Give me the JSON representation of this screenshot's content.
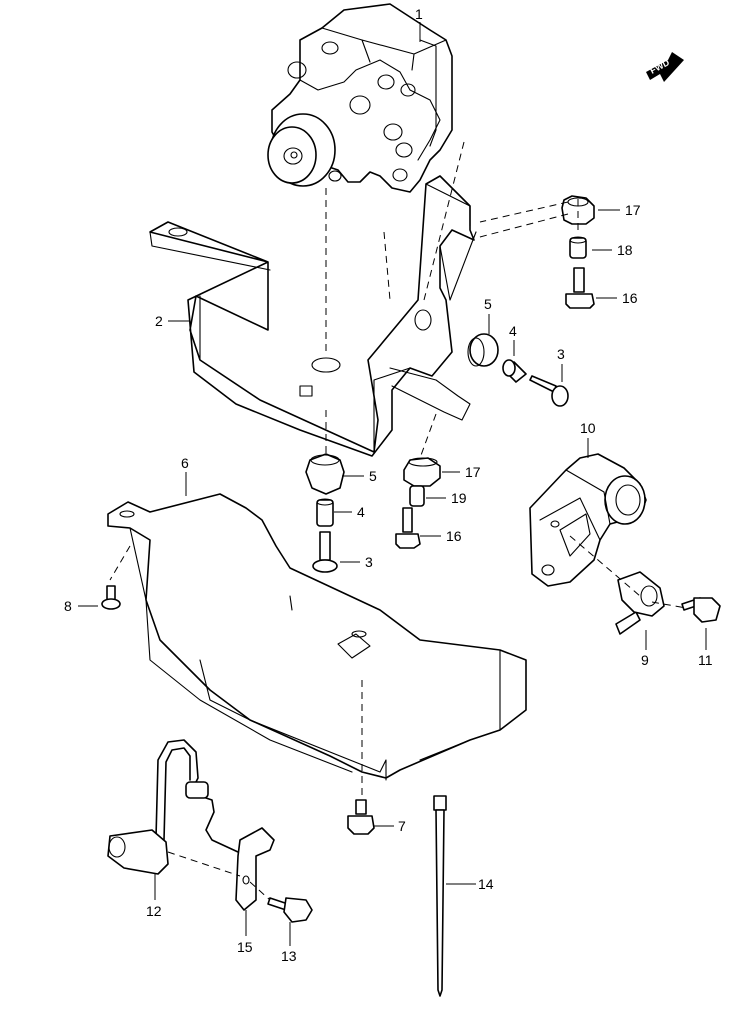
{
  "fwd_badge": "FWD",
  "callouts": {
    "c1": "1",
    "c2": "2",
    "c3a": "3",
    "c3b": "3",
    "c4a": "4",
    "c4b": "4",
    "c5a": "5",
    "c5b": "5",
    "c6": "6",
    "c7": "7",
    "c8": "8",
    "c9": "9",
    "c10": "10",
    "c11": "11",
    "c12": "12",
    "c13": "13",
    "c14": "14",
    "c15": "15",
    "c16a": "16",
    "c16b": "16",
    "c17a": "17",
    "c17b": "17",
    "c18": "18",
    "c19": "19"
  }
}
